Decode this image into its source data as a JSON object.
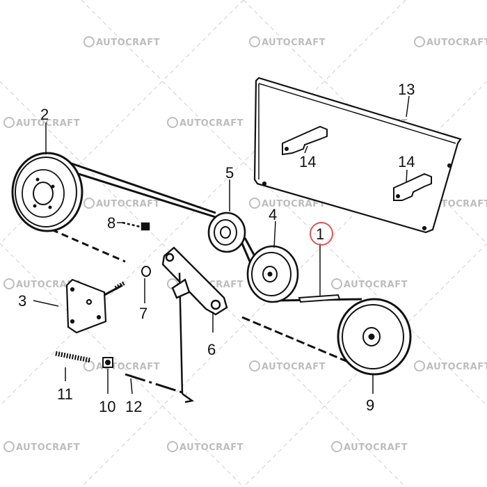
{
  "watermark": {
    "text": "AUTOCRAFT",
    "logo_icon": "copyright-circle-icon"
  },
  "callouts": {
    "c1": "1",
    "c2": "2",
    "c3": "3",
    "c4": "4",
    "c5": "5",
    "c6": "6",
    "c7": "7",
    "c8": "8",
    "c9": "9",
    "c10": "10",
    "c11": "11",
    "c12": "12",
    "c13": "13",
    "c14a": "14",
    "c14b": "14"
  },
  "colors": {
    "ink": "#111111",
    "highlight_circle": "#e05555",
    "watermark": "#bdbdbd",
    "grid_dash": "#cccccc"
  }
}
